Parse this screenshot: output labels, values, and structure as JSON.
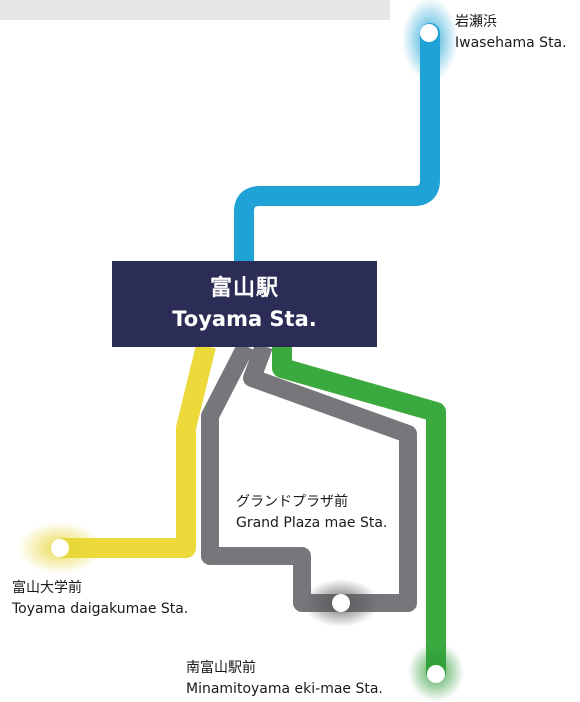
{
  "hub": {
    "name_ja": "富山駅",
    "name_en": "Toyama Sta."
  },
  "stations": [
    {
      "id": "iwasehama",
      "name_ja": "岩瀬浜",
      "name_en": "Iwasehama Sta."
    },
    {
      "id": "grand-plaza",
      "name_ja": "グランドプラザ前",
      "name_en": "Grand Plaza mae Sta."
    },
    {
      "id": "daigakumae",
      "name_ja": "富山大学前",
      "name_en": "Toyama daigakumae Sta."
    },
    {
      "id": "minamitoyama",
      "name_ja": "南富山駅前",
      "name_en": "Minamitoyama eki-mae Sta."
    }
  ],
  "colors": {
    "blue_line": "#1fa3d6",
    "green_line": "#3aaa3f",
    "yellow_line": "#ecd93a",
    "gray_line": "#77777b",
    "hub_bg": "#2c2d56",
    "top_bar": "#e6e6e6"
  }
}
